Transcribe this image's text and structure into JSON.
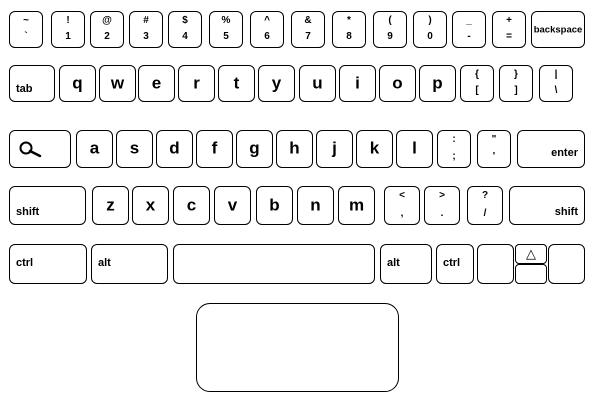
{
  "keyboard": {
    "number_row": [
      {
        "top": "~",
        "bottom": "`"
      },
      {
        "top": "!",
        "bottom": "1"
      },
      {
        "top": "@",
        "bottom": "2"
      },
      {
        "top": "#",
        "bottom": "3"
      },
      {
        "top": "$",
        "bottom": "4"
      },
      {
        "top": "%",
        "bottom": "5"
      },
      {
        "top": "^",
        "bottom": "6"
      },
      {
        "top": "&",
        "bottom": "7"
      },
      {
        "top": "*",
        "bottom": "8"
      },
      {
        "top": "(",
        "bottom": "9"
      },
      {
        "top": ")",
        "bottom": "0"
      },
      {
        "top": "_",
        "bottom": "-"
      },
      {
        "top": "+",
        "bottom": "="
      }
    ],
    "backspace": "backspace",
    "tab": "tab",
    "qwerty_row": [
      "q",
      "w",
      "e",
      "r",
      "t",
      "y",
      "u",
      "i",
      "o",
      "p"
    ],
    "brackets": [
      {
        "top": "{",
        "bottom": "["
      },
      {
        "top": "}",
        "bottom": "]"
      },
      {
        "top": "|",
        "bottom": "\\"
      }
    ],
    "search_icon": "search-icon",
    "home_row": [
      "a",
      "s",
      "d",
      "f",
      "g",
      "h",
      "j",
      "k",
      "l"
    ],
    "home_punct": [
      {
        "top": ":",
        "bottom": ";"
      },
      {
        "top": "\"",
        "bottom": "'"
      }
    ],
    "enter": "enter",
    "shift_left": "shift",
    "bottom_row": [
      "z",
      "x",
      "c",
      "v",
      "b",
      "n",
      "m"
    ],
    "bottom_punct": [
      {
        "top": "<",
        "bottom": ","
      },
      {
        "top": ">",
        "bottom": "."
      },
      {
        "top": "?",
        "bottom": "/"
      }
    ],
    "shift_right": "shift",
    "ctrl_left": "ctrl",
    "alt_left": "alt",
    "alt_right": "alt",
    "ctrl_right": "ctrl",
    "arrow_up_glyph": "△"
  }
}
